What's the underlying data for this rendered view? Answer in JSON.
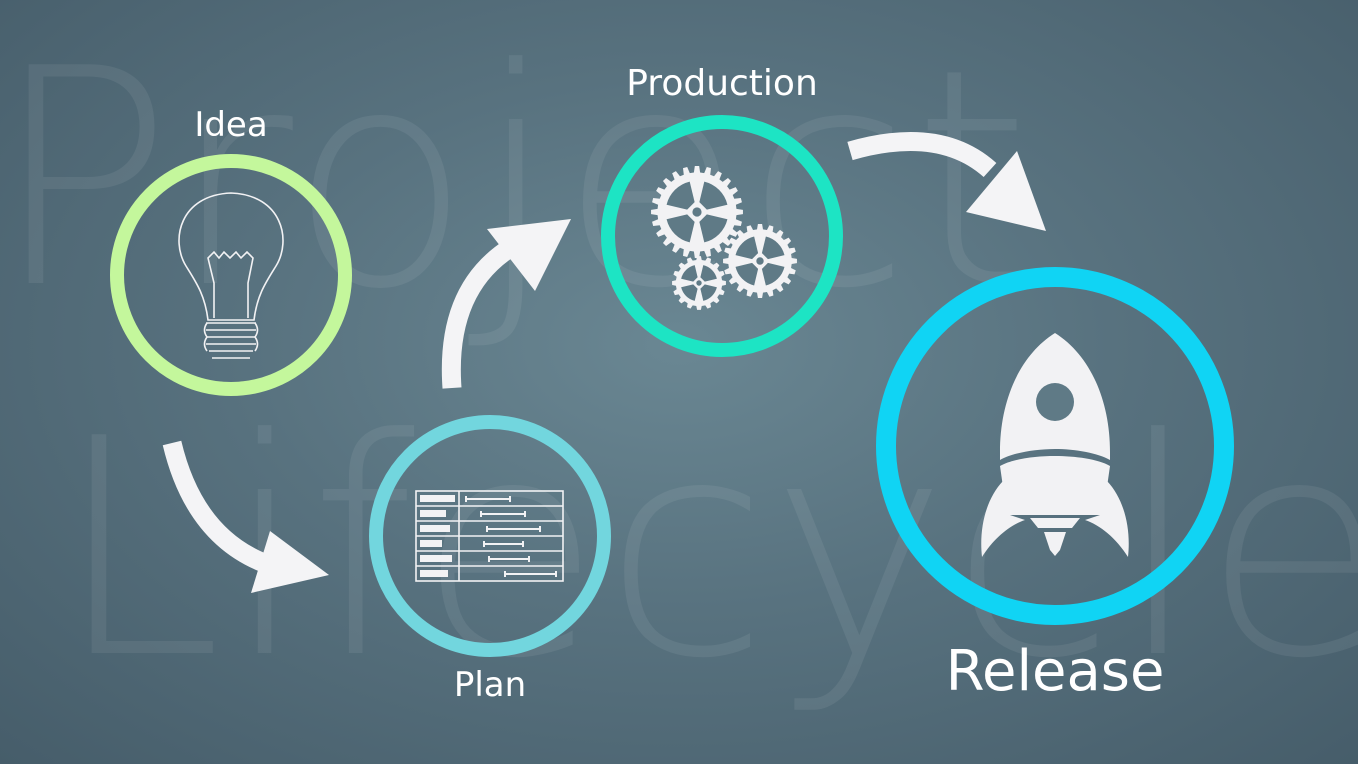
{
  "background_text": {
    "line1": "Project",
    "line2": "Lifecycle"
  },
  "stages": [
    {
      "label": "Idea",
      "icon": "lightbulb-icon",
      "color": "#c4f79c"
    },
    {
      "label": "Plan",
      "icon": "gantt-chart-icon",
      "color": "#72d6de"
    },
    {
      "label": "Production",
      "icon": "gears-icon",
      "color": "#1de4c4"
    },
    {
      "label": "Release",
      "icon": "rocket-icon",
      "color": "#10d4f4"
    }
  ],
  "colors": {
    "arrow": "#f4f4f6",
    "icon": "#f2f2f4"
  }
}
